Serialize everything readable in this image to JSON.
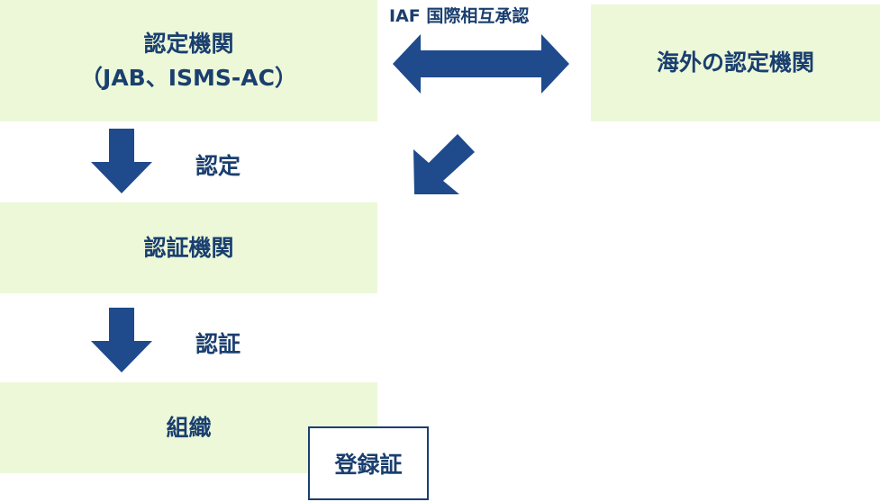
{
  "accreditation_body": {
    "line1": "認定機関",
    "line2": "（JAB、ISMS-AC）"
  },
  "foreign_accreditation_body": "海外の認定機関",
  "iaf_label": "IAF 国際相互承認",
  "accreditation_label": "認定",
  "certification_body": "認証機関",
  "certification_label": "認証",
  "organization": "組織",
  "certificate": "登録証",
  "colors": {
    "box_fill": "#ecf8d8",
    "arrow": "#1f4a8c",
    "text": "#1a3f6f"
  }
}
